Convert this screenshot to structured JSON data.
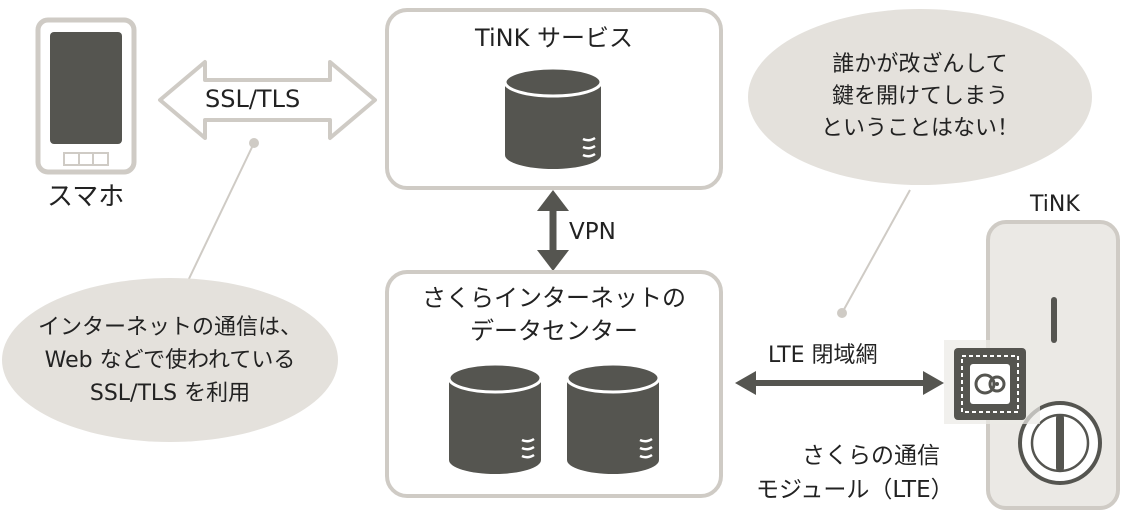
{
  "smartphone": {
    "label": "スマホ"
  },
  "ssl_arrow": {
    "label": "SSL/TLS"
  },
  "tink_service": {
    "title": "TiNK サービス"
  },
  "vpn": {
    "label": "VPN"
  },
  "datacenter": {
    "title_line1": "さくらインターネットの",
    "title_line2": "データセンター"
  },
  "lte": {
    "label": "LTE 閉域網"
  },
  "tink_device": {
    "label": "TiNK"
  },
  "comm_module": {
    "label_line1": "さくらの通信",
    "label_line2": "モジュール（LTE）"
  },
  "bubble_left": {
    "line1": "インターネットの通信は、",
    "line2": "Web などで使われている",
    "line3": "SSL/TLS を利用"
  },
  "bubble_right": {
    "line1": "誰かが改ざんして",
    "line2": "鍵を開けてしまう",
    "line3": "ということはない！"
  },
  "colors": {
    "dark": "#555550",
    "border": "#cfcbc5",
    "bubble": "#e4e1dc",
    "device_fill": "#ebe9e5",
    "text": "#222222"
  }
}
